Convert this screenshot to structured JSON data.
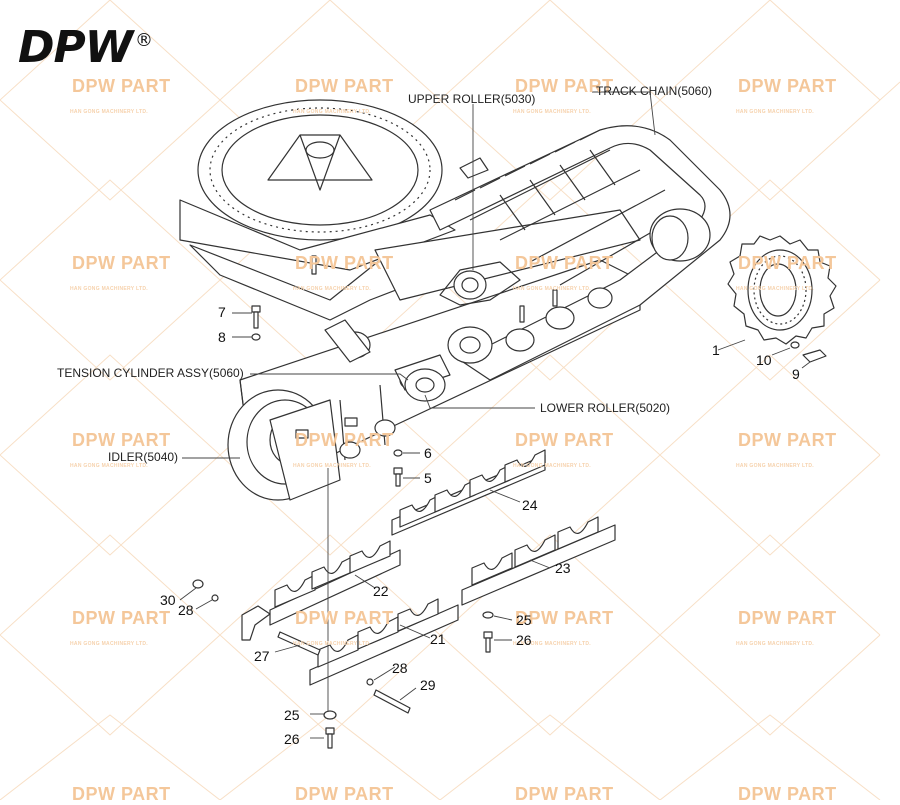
{
  "brand": {
    "logo": "DPW",
    "registered": "®"
  },
  "watermark": {
    "text": "DPW PART",
    "subtext": "HAN GONG MACHINERY LTD."
  },
  "labels": {
    "upper_roller": "UPPER ROLLER(5030)",
    "track_chain": "TRACK CHAIN(5060)",
    "tension_cylinder": "TENSION CYLINDER ASSY(5060)",
    "lower_roller": "LOWER ROLLER(5020)",
    "idler": "IDLER(5040)"
  },
  "part_numbers": {
    "p1": "1",
    "p5": "5",
    "p6": "6",
    "p7": "7",
    "p8": "8",
    "p9": "9",
    "p10": "10",
    "p21": "21",
    "p22": "22",
    "p23": "23",
    "p24": "24",
    "p25a": "25",
    "p25b": "25",
    "p26a": "26",
    "p26b": "26",
    "p27": "27",
    "p28a": "28",
    "p28b": "28",
    "p29": "29",
    "p30": "30"
  },
  "colors": {
    "line": "#333333",
    "watermark": "#f4c79a",
    "background": "#ffffff"
  }
}
